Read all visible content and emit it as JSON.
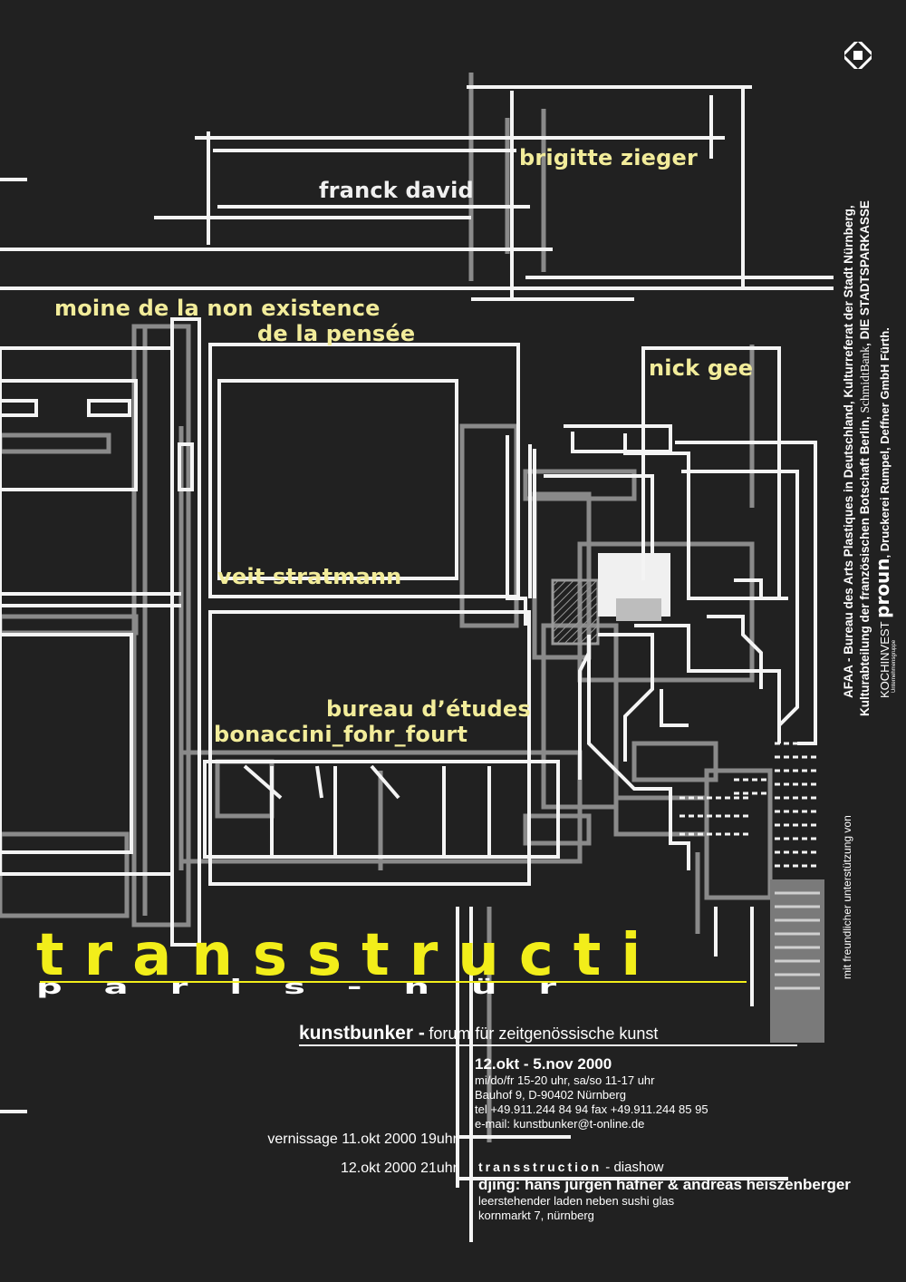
{
  "artists": {
    "brigitte_zieger": "brigitte zieger",
    "franck_david": "franck david",
    "moine_line1": "moine de la non existence",
    "moine_line2": "de la pensée",
    "nick_gee": "nick gee",
    "veit_stratmann": "veit stratmann",
    "bureau_line1": "bureau d’études",
    "bureau_line2": "bonaccini_fohr_fourt"
  },
  "title": {
    "main": "transstructi",
    "sub": "paris-nür"
  },
  "venue": {
    "name": "kunstbunker -",
    "forum": "forum für zeitgenössische kunst"
  },
  "info": {
    "dates": "12.okt - 5.nov 2000",
    "hours": "mi/do/fr 15-20 uhr, sa/so 11-17 uhr",
    "address": "Bauhof 9, D-90402 Nürnberg",
    "phone": "tel +49.911.244 84 94  fax +49.911.244 85 95",
    "email": "e-mail: kunstbunker@t-online.de"
  },
  "vernissage": "vernissage 11.okt  2000   19uhr",
  "diashow_date": "12.okt  2000   21uhr",
  "event": {
    "title": "transstruction",
    "title_suffix": " - diashow",
    "djing": "djing: hans jürgen hafner & andreas heiszenberger",
    "place": "leerstehender laden neben sushi glas",
    "address": "kornmarkt 7, nürnberg"
  },
  "sponsors": {
    "intro": "mit freundlicher unterstützung von",
    "line1": "AFAA - Bureau des Arts Plastiques in Deutschland, Kulturreferat der Stadt Nürnberg,",
    "line2": "Kulturabteilung der französischen Botschaft Berlin,",
    "schmidtbank": "SchmidtBank",
    "line2b": ", DIE STADTSPARKASSE",
    "kochinvest": "KOCHINVEST",
    "unternehmensgruppe": "Unternehmensgruppe",
    "proun": "proun",
    "line3": ", Druckerei Rumpel, Deffner GmbH Fürth."
  },
  "colors": {
    "background": "#212121",
    "accent_yellow": "#f2ee1a",
    "artist_yellow": "#f2ec9a",
    "line_white": "#f4f4f4",
    "line_gray": "#8a8a8a"
  }
}
